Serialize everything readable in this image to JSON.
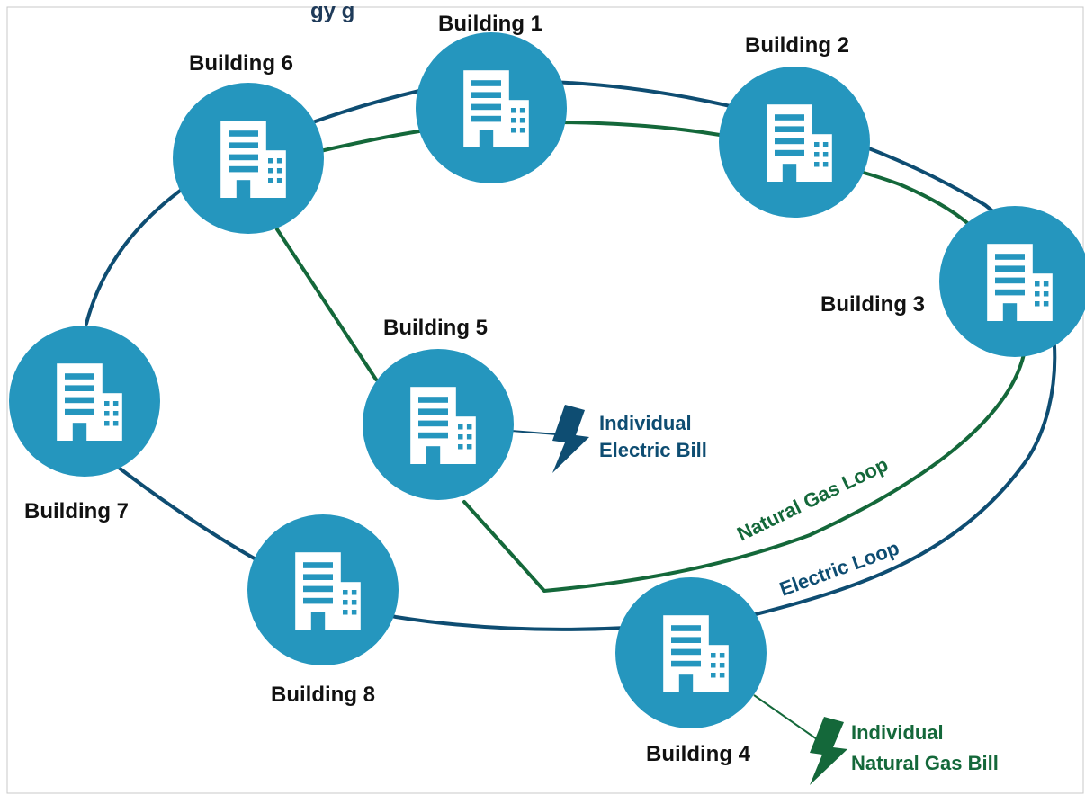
{
  "title": "gy   g",
  "buildings": [
    {
      "label": "Building 1"
    },
    {
      "label": "Building 2"
    },
    {
      "label": "Building 3"
    },
    {
      "label": "Building 4"
    },
    {
      "label": "Building 5"
    },
    {
      "label": "Building 6"
    },
    {
      "label": "Building 7"
    },
    {
      "label": "Building 8"
    }
  ],
  "loops": {
    "electric": "Electric Loop",
    "gas": "Natural Gas Loop"
  },
  "bills": {
    "electric": [
      "Individual",
      "Electric Bill"
    ],
    "gas": [
      "Individual",
      "Natural Gas Bill"
    ]
  },
  "colors": {
    "electric": "#0e4d72",
    "gas": "#14683a",
    "building": "#2596be"
  },
  "icons": {
    "building": "building-icon",
    "bill": "lightning-bolt-icon"
  }
}
